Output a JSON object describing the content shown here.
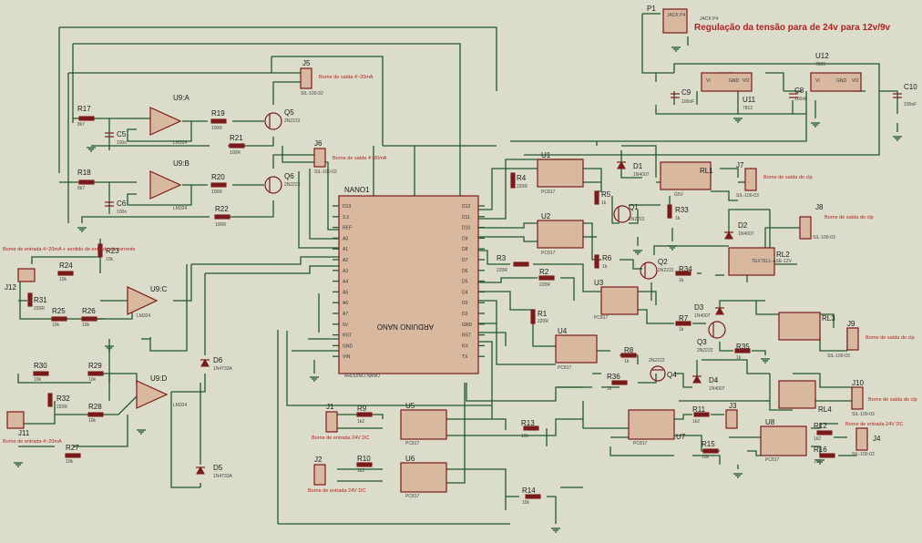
{
  "title": "Regulação da tensão para de 24v para 12v/9v",
  "resistors": [
    {
      "ref": "R17",
      "val": "8k7"
    },
    {
      "ref": "R19",
      "val": "100R"
    },
    {
      "ref": "R21",
      "val": "100R"
    },
    {
      "ref": "R18",
      "val": "8k7"
    },
    {
      "ref": "R20",
      "val": "100R"
    },
    {
      "ref": "R22",
      "val": "100R"
    },
    {
      "ref": "R23",
      "val": "10k"
    },
    {
      "ref": "R24",
      "val": "10k"
    },
    {
      "ref": "R31",
      "val": "220R"
    },
    {
      "ref": "R25",
      "val": "10k"
    },
    {
      "ref": "R26",
      "val": "10k"
    },
    {
      "ref": "R30",
      "val": "10k"
    },
    {
      "ref": "R29",
      "val": "10k"
    },
    {
      "ref": "R32",
      "val": "220R"
    },
    {
      "ref": "R28",
      "val": "10k"
    },
    {
      "ref": "R27",
      "val": "10k"
    },
    {
      "ref": "R4",
      "val": "220R"
    },
    {
      "ref": "R5",
      "val": "1k"
    },
    {
      "ref": "R33",
      "val": "1k"
    },
    {
      "ref": "R3",
      "val": "220R"
    },
    {
      "ref": "R6",
      "val": "1k"
    },
    {
      "ref": "R34",
      "val": "1k"
    },
    {
      "ref": "R2",
      "val": "220R"
    },
    {
      "ref": "R1",
      "val": "220R"
    },
    {
      "ref": "R7",
      "val": "1k"
    },
    {
      "ref": "R35",
      "val": "1k"
    },
    {
      "ref": "R8",
      "val": "1k"
    },
    {
      "ref": "R36",
      "val": "1k"
    },
    {
      "ref": "R9",
      "val": "1k2"
    },
    {
      "ref": "R13",
      "val": "10k"
    },
    {
      "ref": "R10",
      "val": "1k2"
    },
    {
      "ref": "R14",
      "val": "10k"
    },
    {
      "ref": "R11",
      "val": "1k2"
    },
    {
      "ref": "R15",
      "val": "10k"
    },
    {
      "ref": "R12",
      "val": "1k2"
    },
    {
      "ref": "R16",
      "val": "10k"
    }
  ],
  "capacitors": [
    {
      "ref": "C5",
      "val": "100n"
    },
    {
      "ref": "C6",
      "val": "100n"
    },
    {
      "ref": "C9",
      "val": "100nF"
    },
    {
      "ref": "C8",
      "val": "100nF"
    },
    {
      "ref": "C10",
      "val": "100nF"
    }
  ],
  "opamps": [
    {
      "ref": "U9:A",
      "part": "LM324"
    },
    {
      "ref": "U9:B",
      "part": "LM324"
    },
    {
      "ref": "U9:C",
      "part": "LM324"
    },
    {
      "ref": "U9:D",
      "part": "LM324"
    }
  ],
  "transistors": [
    {
      "ref": "Q5",
      "part": "2N2222"
    },
    {
      "ref": "Q6",
      "part": "2N2222"
    },
    {
      "ref": "Q1",
      "part": "2N2222"
    },
    {
      "ref": "Q2",
      "part": "2N2222"
    },
    {
      "ref": "Q3",
      "part": "2N2222"
    },
    {
      "ref": "Q4",
      "part": "2N2222"
    }
  ],
  "optos": [
    {
      "ref": "U1",
      "part": "PC817"
    },
    {
      "ref": "U2",
      "part": "PC817"
    },
    {
      "ref": "U3",
      "part": "PC817"
    },
    {
      "ref": "U4",
      "part": "PC817"
    },
    {
      "ref": "U5",
      "part": "PC817"
    },
    {
      "ref": "U6",
      "part": "PC817"
    },
    {
      "ref": "U7",
      "part": "PC817"
    },
    {
      "ref": "U8",
      "part": "PC817"
    }
  ],
  "diodes": [
    {
      "ref": "D1",
      "part": "1N4007"
    },
    {
      "ref": "D2",
      "part": "1N4007"
    },
    {
      "ref": "D3",
      "part": "1N4007"
    },
    {
      "ref": "D4",
      "part": "1N4007"
    },
    {
      "ref": "D6",
      "part": "1N4733A"
    },
    {
      "ref": "D5",
      "part": "1N4733A"
    }
  ],
  "relays": [
    {
      "ref": "RL1",
      "part": "G5V"
    },
    {
      "ref": "RL2",
      "part": "TEXTELL-ASE-12V"
    },
    {
      "ref": "RL3",
      "part": ""
    },
    {
      "ref": "RL4",
      "part": ""
    }
  ],
  "regulators": [
    {
      "ref": "U11",
      "part": "7812"
    },
    {
      "ref": "U12",
      "part": "7809"
    }
  ],
  "connectors": [
    {
      "ref": "J5",
      "part": "SIL-100-02",
      "note": "Borne de saída 4~20mA"
    },
    {
      "ref": "J6",
      "part": "SIL-100-02",
      "note": "Borne de saída 4~20mA"
    },
    {
      "ref": "J12",
      "part": "",
      "note": "Borne de entrada 4~20mA + sentido de entrada da corrente"
    },
    {
      "ref": "J11",
      "part": "",
      "note": "Borne de entrada 4~20mA"
    },
    {
      "ref": "J7",
      "part": "SIL-100-03",
      "note": "Borne de saída do clp"
    },
    {
      "ref": "J8",
      "part": "SIL-100-03",
      "note": "Borne de saída do clp"
    },
    {
      "ref": "J9",
      "part": "SIL-100-03",
      "note": "Borne de saída do clp"
    },
    {
      "ref": "J10",
      "part": "SIL-100-03",
      "note": "Borne de saída do clp"
    },
    {
      "ref": "J1",
      "part": "",
      "note": "Borne de entrada 24V DC"
    },
    {
      "ref": "J2",
      "part": "",
      "note": "Borne de entrada 24V DC"
    },
    {
      "ref": "J3",
      "part": "",
      "note": ""
    },
    {
      "ref": "J4",
      "part": "SIL-100-02",
      "note": "Borne de entrada 24V DC"
    },
    {
      "ref": "P1",
      "part": "JACK P4",
      "note": ""
    }
  ],
  "arduino": {
    "ref": "NANO1",
    "label": "ARDUINO NANO",
    "sublabel": "ARDUINO NANO",
    "left_pins": [
      "D13",
      "3.3",
      "REF",
      "A0",
      "A1",
      "A2",
      "A3",
      "A4",
      "A5",
      "A6",
      "A7",
      "5V",
      "RST",
      "GND",
      "VIN"
    ],
    "right_pins": [
      "D12",
      "D11",
      "D10",
      "D9",
      "D8",
      "D7",
      "D6",
      "D5",
      "D4",
      "D3",
      "D2",
      "GND",
      "RST",
      "RX",
      "TX"
    ]
  },
  "q4_part_top": "2N2222"
}
